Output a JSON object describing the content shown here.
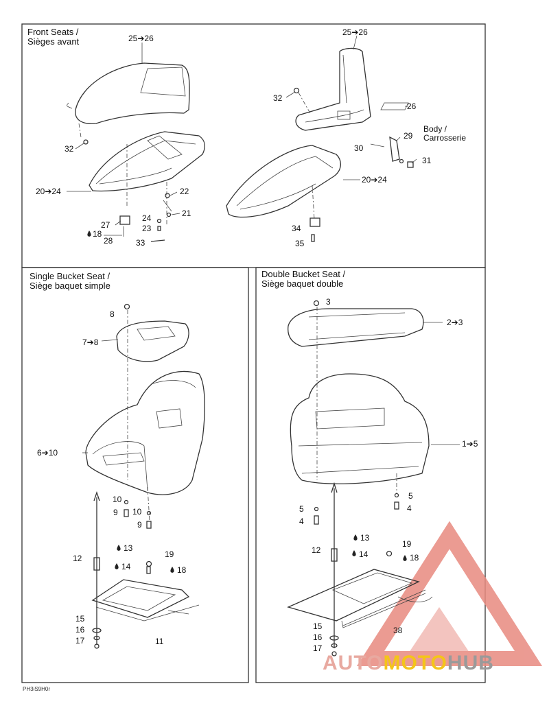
{
  "panels": {
    "front": {
      "title": "Front Seats /\nSièges avant"
    },
    "single": {
      "title": "Single Bucket Seat /\nSiège baquet simple"
    },
    "double": {
      "title": "Double Bucket Seat /\nSiège baquet double"
    }
  },
  "labels": {
    "f_25_26": "25➔26",
    "f_32": "32",
    "f_20_24": "20➔24",
    "f_22": "22",
    "f_21": "21",
    "f_24": "24",
    "f_23": "23",
    "f_27": "27",
    "f_18_28": "18",
    "f_28": "28",
    "f_33": "33",
    "r_25_26": "25➔26",
    "r_32": "32",
    "r_26": "26",
    "r_body": "Body /\nCarrosserie",
    "r_29": "29",
    "r_30": "30",
    "r_31": "31",
    "r_20_24": "20➔24",
    "r_34": "34",
    "r_35": "35",
    "s_8": "8",
    "s_7_8": "7➔8",
    "s_6_10": "6➔10",
    "s_10a": "10",
    "s_9a": "9",
    "s_10b": "10",
    "s_9b": "9",
    "s_13": "13",
    "s_12": "12",
    "s_14": "14",
    "s_19": "19",
    "s_18": "18",
    "s_15": "15",
    "s_16": "16",
    "s_17": "17",
    "s_11": "11",
    "d_3": "3",
    "d_2_3": "2➔3",
    "d_1_5": "1➔5",
    "d_5a": "5",
    "d_4a": "4",
    "d_5b": "5",
    "d_4b": "4",
    "d_13": "13",
    "d_12": "12",
    "d_14": "14",
    "d_19": "19",
    "d_18": "18",
    "d_38": "38",
    "d_15": "15",
    "d_16": "16",
    "d_17": "17"
  },
  "reference": "PH3iS9H0r",
  "watermark": {
    "part1": "AUTO",
    "part2": "MOTO",
    "part3": "HUB"
  }
}
